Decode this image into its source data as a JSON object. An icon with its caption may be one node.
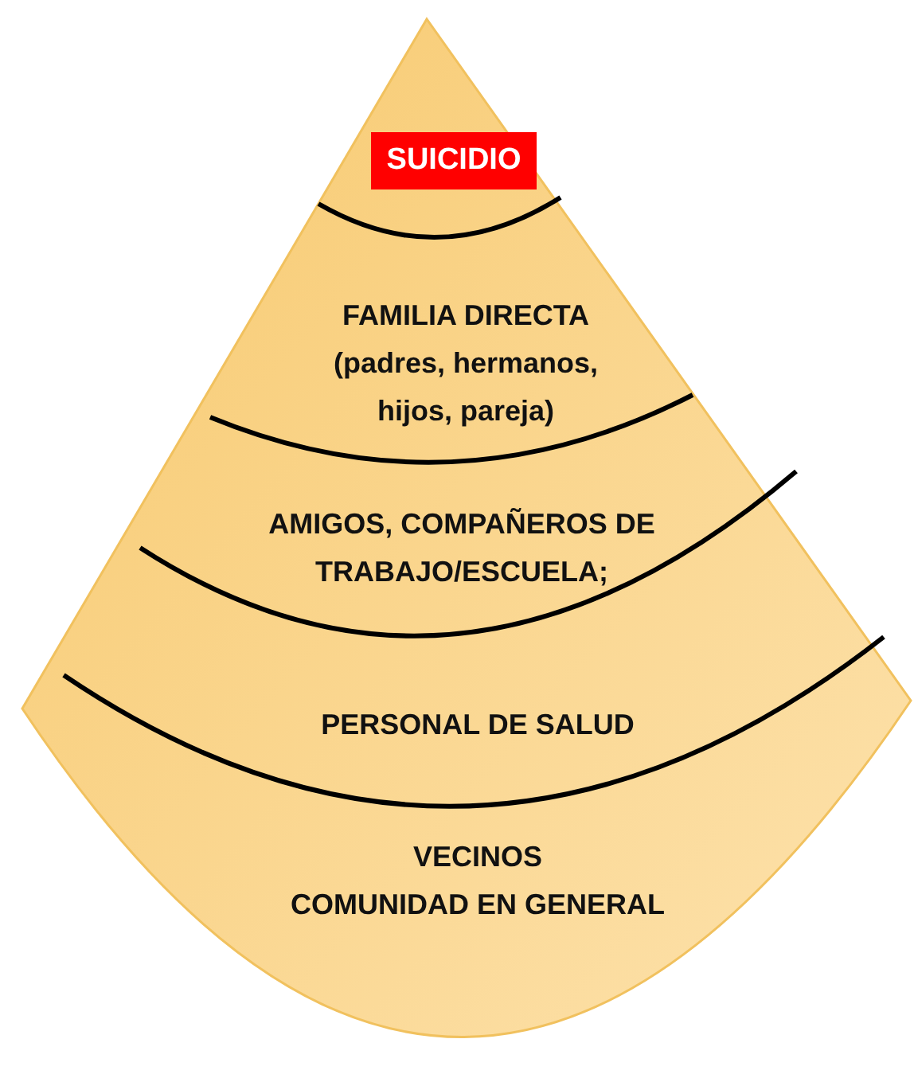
{
  "diagram": {
    "nodes": [
      {
        "text": [
          "SUICIDIO"
        ]
      },
      {
        "text": [
          "FAMILIA DIRECTA",
          "(padres, hermanos, hijos, pareja)"
        ]
      },
      {
        "text": [
          "AMIGOS, COMPAÑEROS DE TRABAJO/ESCUELA;"
        ]
      },
      {
        "text": [
          "PERSONAL DE SALUD"
        ]
      },
      {
        "text": [
          "VECINOS",
          "COMUNIDAD EN GENERAL"
        ]
      }
    ]
  }
}
